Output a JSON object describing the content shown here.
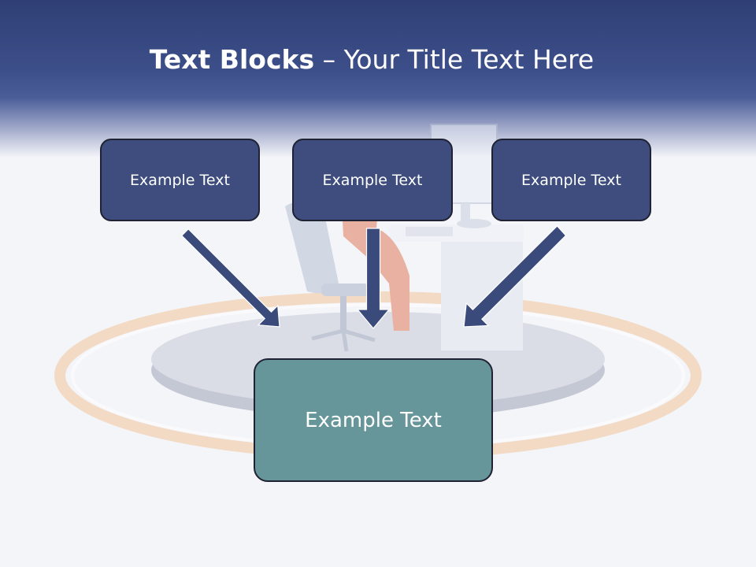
{
  "header": {
    "title_bold": "Text Blocks",
    "title_sep": " – ",
    "title_rest": "Your Title Text Here"
  },
  "blocks": {
    "top_left": "Example Text",
    "top_middle": "Example Text",
    "top_right": "Example Text",
    "center": "Example Text"
  },
  "colors": {
    "header": "#3d4f8a",
    "box_fill": "#3e4d7e",
    "center_fill": "#66959a",
    "arrow": "#3a4a7a",
    "ring": "#f2c49a"
  }
}
